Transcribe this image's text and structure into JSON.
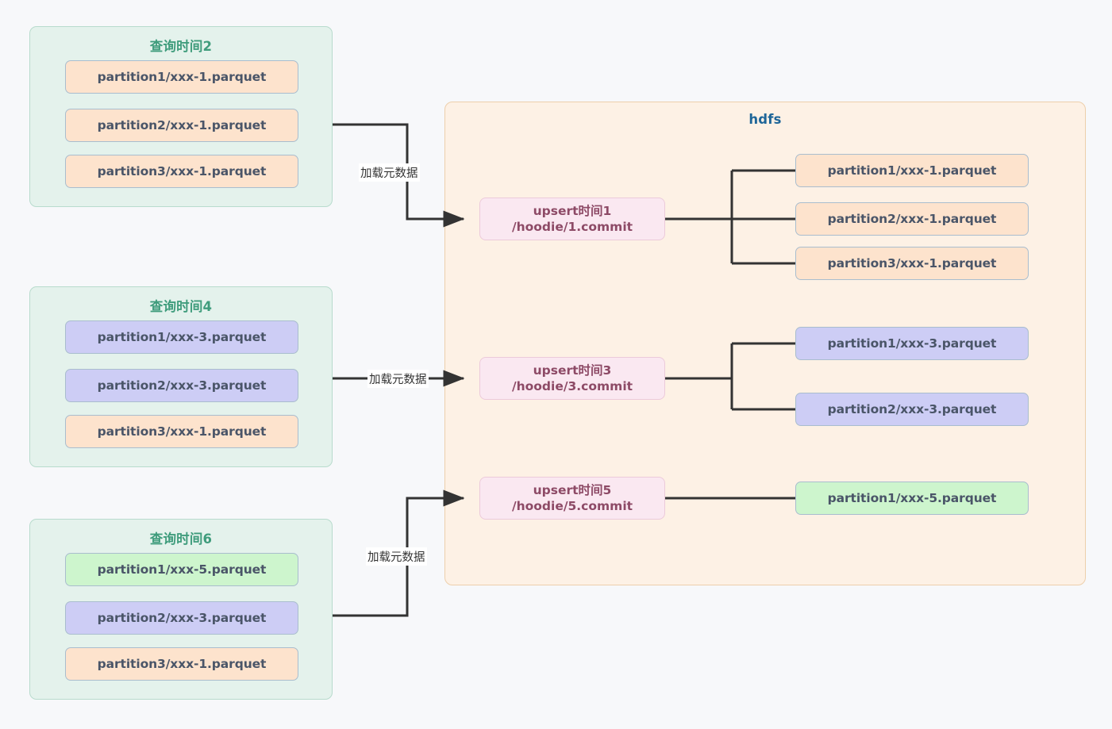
{
  "diagram": {
    "title_hdfs": "hdfs",
    "edge_label": "加载元数据",
    "colors": {
      "group_bg": "#e4f2ec",
      "group_border": "#b8dbcd",
      "group_title": "#3f9c7c",
      "hdfs_bg": "#fdf1e5",
      "hdfs_border": "#edcfab",
      "hdfs_title": "#1f6699",
      "commit_bg": "#fae8f1",
      "commit_border": "#eccada",
      "commit_text": "#8d4a66",
      "file_orange": "#fde3cd",
      "file_purple": "#cdcdf5",
      "file_green": "#cdf5cd",
      "file_border": "#a9bdce",
      "file_text": "#4a5568",
      "wire": "#333333",
      "page_bg": "#f7f8fa"
    }
  },
  "query_groups": [
    {
      "title": "查询时间2",
      "files": [
        {
          "label": "partition1/xxx-1.parquet",
          "color": "orange"
        },
        {
          "label": "partition2/xxx-1.parquet",
          "color": "orange"
        },
        {
          "label": "partition3/xxx-1.parquet",
          "color": "orange"
        }
      ]
    },
    {
      "title": "查询时间4",
      "files": [
        {
          "label": "partition1/xxx-3.parquet",
          "color": "purple"
        },
        {
          "label": "partition2/xxx-3.parquet",
          "color": "purple"
        },
        {
          "label": "partition3/xxx-1.parquet",
          "color": "orange"
        }
      ]
    },
    {
      "title": "查询时间6",
      "files": [
        {
          "label": "partition1/xxx-5.parquet",
          "color": "green"
        },
        {
          "label": "partition2/xxx-3.parquet",
          "color": "purple"
        },
        {
          "label": "partition3/xxx-1.parquet",
          "color": "orange"
        }
      ]
    }
  ],
  "commits": [
    {
      "line1": "upsert时间1",
      "line2": "/hoodie/1.commit",
      "outputs": [
        {
          "label": "partition1/xxx-1.parquet",
          "color": "orange"
        },
        {
          "label": "partition2/xxx-1.parquet",
          "color": "orange"
        },
        {
          "label": "partition3/xxx-1.parquet",
          "color": "orange"
        }
      ]
    },
    {
      "line1": "upsert时间3",
      "line2": "/hoodie/3.commit",
      "outputs": [
        {
          "label": "partition1/xxx-3.parquet",
          "color": "purple"
        },
        {
          "label": "partition2/xxx-3.parquet",
          "color": "purple"
        }
      ]
    },
    {
      "line1": "upsert时间5",
      "line2": "/hoodie/5.commit",
      "outputs": [
        {
          "label": "partition1/xxx-5.parquet",
          "color": "green"
        }
      ]
    }
  ],
  "edges": [
    {
      "from": "查询时间2",
      "to": "upsert时间1",
      "label": "加载元数据"
    },
    {
      "from": "查询时间4",
      "to": "upsert时间3",
      "label": "加载元数据"
    },
    {
      "from": "查询时间6",
      "to": "upsert时间5",
      "label": "加载元数据"
    }
  ]
}
